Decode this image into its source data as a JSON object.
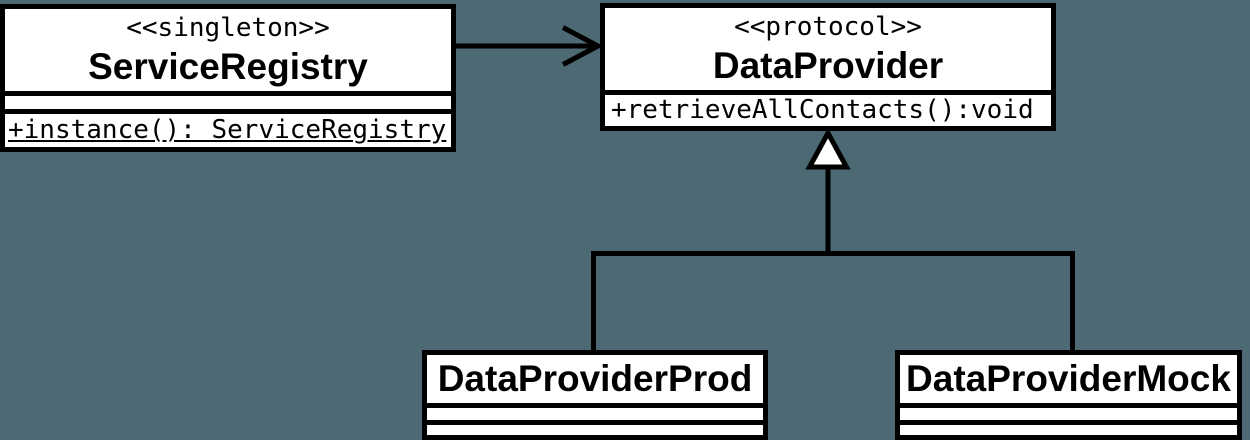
{
  "colors": {
    "background": "#4d6973",
    "box_fill": "#ffffff",
    "line": "#000000"
  },
  "classes": {
    "service_registry": {
      "stereotype": "<<singleton>>",
      "name": "ServiceRegistry",
      "attributes": [],
      "methods": [
        {
          "text": "+instance(): ServiceRegistry",
          "static": true
        }
      ]
    },
    "data_provider": {
      "stereotype": "<<protocol>>",
      "name": "DataProvider",
      "methods": [
        {
          "text": "+retrieveAllContacts():void",
          "static": false
        }
      ]
    },
    "data_provider_prod": {
      "name": "DataProviderProd",
      "attributes": [],
      "methods": []
    },
    "data_provider_mock": {
      "name": "DataProviderMock",
      "attributes": [],
      "methods": []
    }
  },
  "relationships": [
    {
      "type": "directed-association",
      "from": "ServiceRegistry",
      "to": "DataProvider"
    },
    {
      "type": "generalization",
      "from": "DataProviderProd",
      "to": "DataProvider"
    },
    {
      "type": "generalization",
      "from": "DataProviderMock",
      "to": "DataProvider"
    }
  ]
}
